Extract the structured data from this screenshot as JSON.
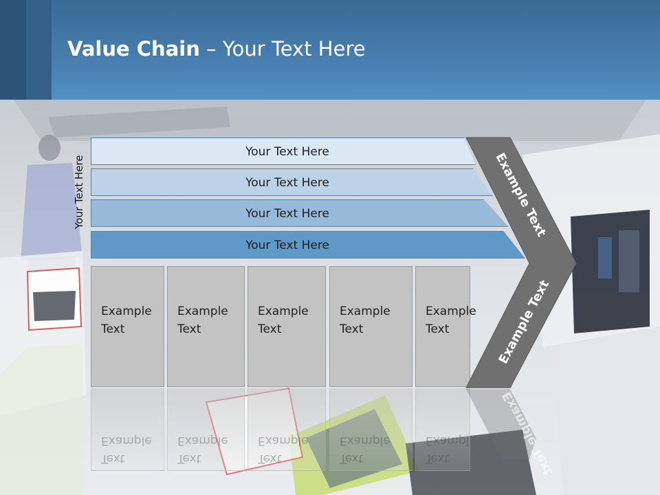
{
  "slide": {
    "title_bold": "Value Chain",
    "title_rest": " – Your Text Here",
    "side_label": "Your Text Here",
    "banners": [
      "Your Text Here",
      "Your Text Here",
      "Your Text Here",
      "Your Text Here"
    ],
    "boxes": [
      {
        "line1": "Example",
        "line2": "Text"
      },
      {
        "line1": "Example",
        "line2": "Text"
      },
      {
        "line1": "Example",
        "line2": "Text"
      },
      {
        "line1": "Example",
        "line2": "Text"
      },
      {
        "line1": "Example",
        "line2": "Text"
      }
    ],
    "chevron_top_text": "Example Text",
    "chevron_bottom_text": "Example Text"
  },
  "colors": {
    "header": "#4a82b4",
    "banner_1": "#dbe8f3",
    "banner_2": "#bcd2e6",
    "banner_3": "#97bad8",
    "banner_4": "#5f99c7",
    "box": "#c3c3c3",
    "chevron": "#707070"
  }
}
